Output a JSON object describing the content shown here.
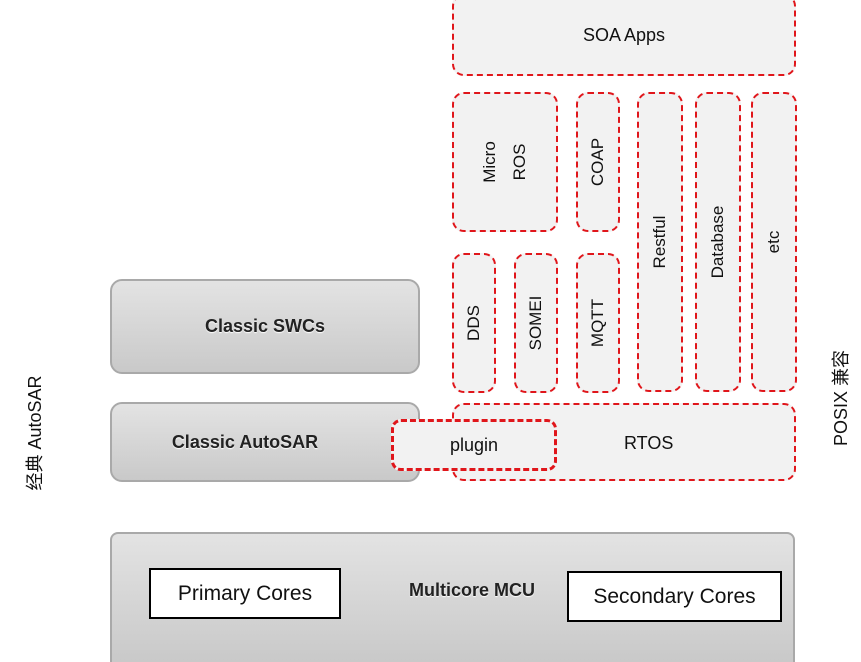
{
  "side_labels": {
    "left": "经典 AutoSAR",
    "right": "POSIX 兼容"
  },
  "soa_apps": "SOA Apps",
  "middleware": {
    "micro_ros": [
      "Micro",
      "ROS"
    ],
    "coap": "COAP",
    "restful": "Restful",
    "database": "Database",
    "etc": "etc",
    "dds": "DDS",
    "somei": "SOMEI",
    "mqtt": "MQTT"
  },
  "rtos": "RTOS",
  "plugin": "plugin",
  "classic_swcs": "Classic SWCs",
  "classic_autosar": "Classic AutoSAR",
  "mcu": {
    "title": "Multicore MCU",
    "primary": "Primary Cores",
    "secondary": "Secondary Cores"
  },
  "colors": {
    "dashed_border": "#e0161b",
    "dashed_fill": "#f2f2f2",
    "grey_fill": "#d3d3d3"
  }
}
